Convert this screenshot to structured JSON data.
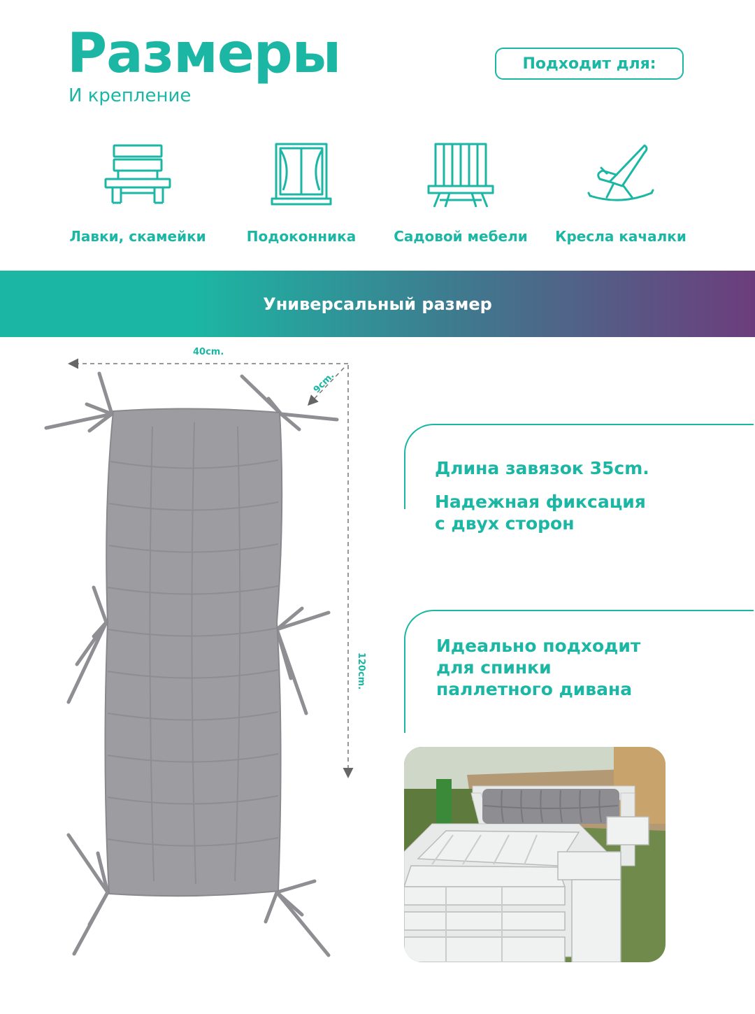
{
  "header": {
    "title": "Размеры",
    "subtitle": "И крепление",
    "suits_label": "Подходит для:"
  },
  "usages": [
    {
      "label": "Лавки, скамейки",
      "icon": "bench-icon"
    },
    {
      "label": "Подоконника",
      "icon": "window-icon"
    },
    {
      "label": "Садовой мебели",
      "icon": "garden-furniture-icon"
    },
    {
      "label": "Кресла качалки",
      "icon": "rocking-chair-icon"
    }
  ],
  "banner": {
    "text": "Универсальный размер"
  },
  "dimensions": {
    "width": "40cm.",
    "thickness": "9cm.",
    "length": "120cm."
  },
  "features": {
    "tie_length": "Длина завязок 35cm.",
    "fixation_line1": "Надежная фиксация",
    "fixation_line2": "с двух сторон",
    "pallet_line1": "Идеально подходит",
    "pallet_line2": "для спинки",
    "pallet_line3": "паллетного дивана"
  },
  "colors": {
    "accent": "#1bb7a4",
    "banner_end": "#6c3d7c",
    "cushion": "#9c9ca1"
  }
}
